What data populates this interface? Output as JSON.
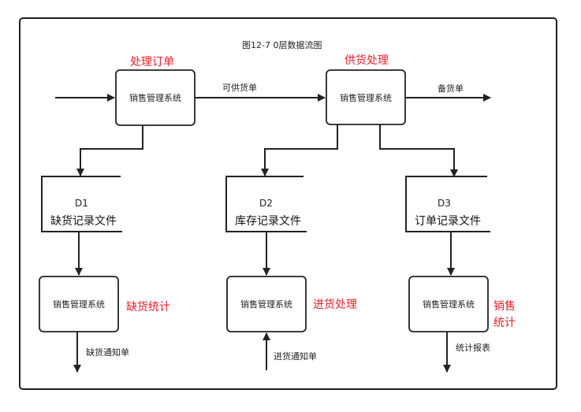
{
  "title": "图12-7 0层数据流图",
  "processes": {
    "p1": {
      "label": "销售管理系统",
      "annotation": "处理订单"
    },
    "p2": {
      "label": "销售管理系统",
      "annotation": "供货处理"
    },
    "p3": {
      "label": "销售管理系统",
      "annotation": "缺货统计"
    },
    "p4": {
      "label": "销售管理系统",
      "annotation": "进货处理"
    },
    "p5": {
      "label": "销售管理系统",
      "annotation_line1": "销售",
      "annotation_line2": "统计"
    }
  },
  "stores": {
    "d1": {
      "id": "D1",
      "name": "缺货记录文件"
    },
    "d2": {
      "id": "D2",
      "name": "库存记录文件"
    },
    "d3": {
      "id": "D3",
      "name": "订单记录文件"
    }
  },
  "flows": {
    "supply_order": "可供货单",
    "stock_order": "备货单",
    "shortage_notice": "缺货通知单",
    "purchase_notice": "进货通知单",
    "stat_report": "统计报表"
  },
  "colors": {
    "annotation": "#e8202a",
    "stroke": "#222222"
  }
}
